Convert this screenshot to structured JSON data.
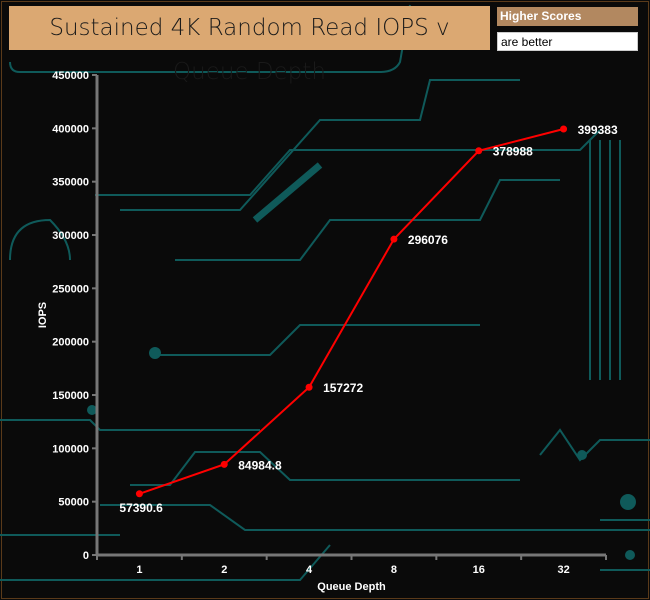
{
  "chart_data": {
    "type": "line",
    "title": "Sustained 4K Random Read IOPS v Queue Depth",
    "legend_note": [
      "Higher Scores",
      "are better"
    ],
    "xlabel": "Queue Depth",
    "ylabel": "IOPS",
    "categories": [
      "1",
      "2",
      "4",
      "8",
      "16",
      "32"
    ],
    "series": [
      {
        "name": "IOPS",
        "values": [
          57390.6,
          84984.8,
          157272,
          296076,
          378988,
          399383
        ],
        "labels": [
          "57390.6",
          "84984.8",
          "157272",
          "296076",
          "378988",
          "399383"
        ],
        "color": "#ff0000"
      }
    ],
    "ylim": [
      0,
      450000
    ],
    "yticks": [
      0,
      50000,
      100000,
      150000,
      200000,
      250000,
      300000,
      350000,
      400000,
      450000
    ],
    "grid": false
  }
}
